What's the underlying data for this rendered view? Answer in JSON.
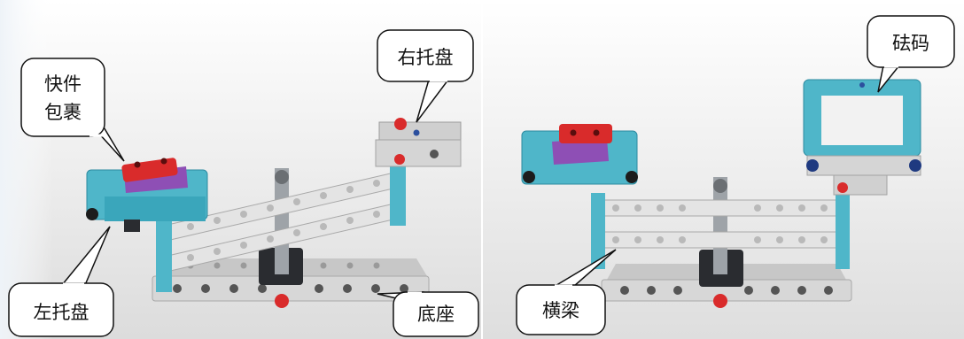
{
  "left_figure": {
    "callouts": {
      "package": [
        "快件",
        "包裹"
      ],
      "right_tray": "右托盘",
      "left_tray": "左托盘",
      "base": "底座"
    }
  },
  "right_figure": {
    "callouts": {
      "weight": "砝码",
      "crossbeam": "横梁"
    }
  },
  "colors": {
    "frame_cyan": "#4fb6c9",
    "beam_gray": "#d2d2d2",
    "dark_gray": "#6b6f73",
    "red_part": "#d92b2b",
    "purple_part": "#8e4fb5",
    "blue_pin": "#2c4f9e"
  }
}
